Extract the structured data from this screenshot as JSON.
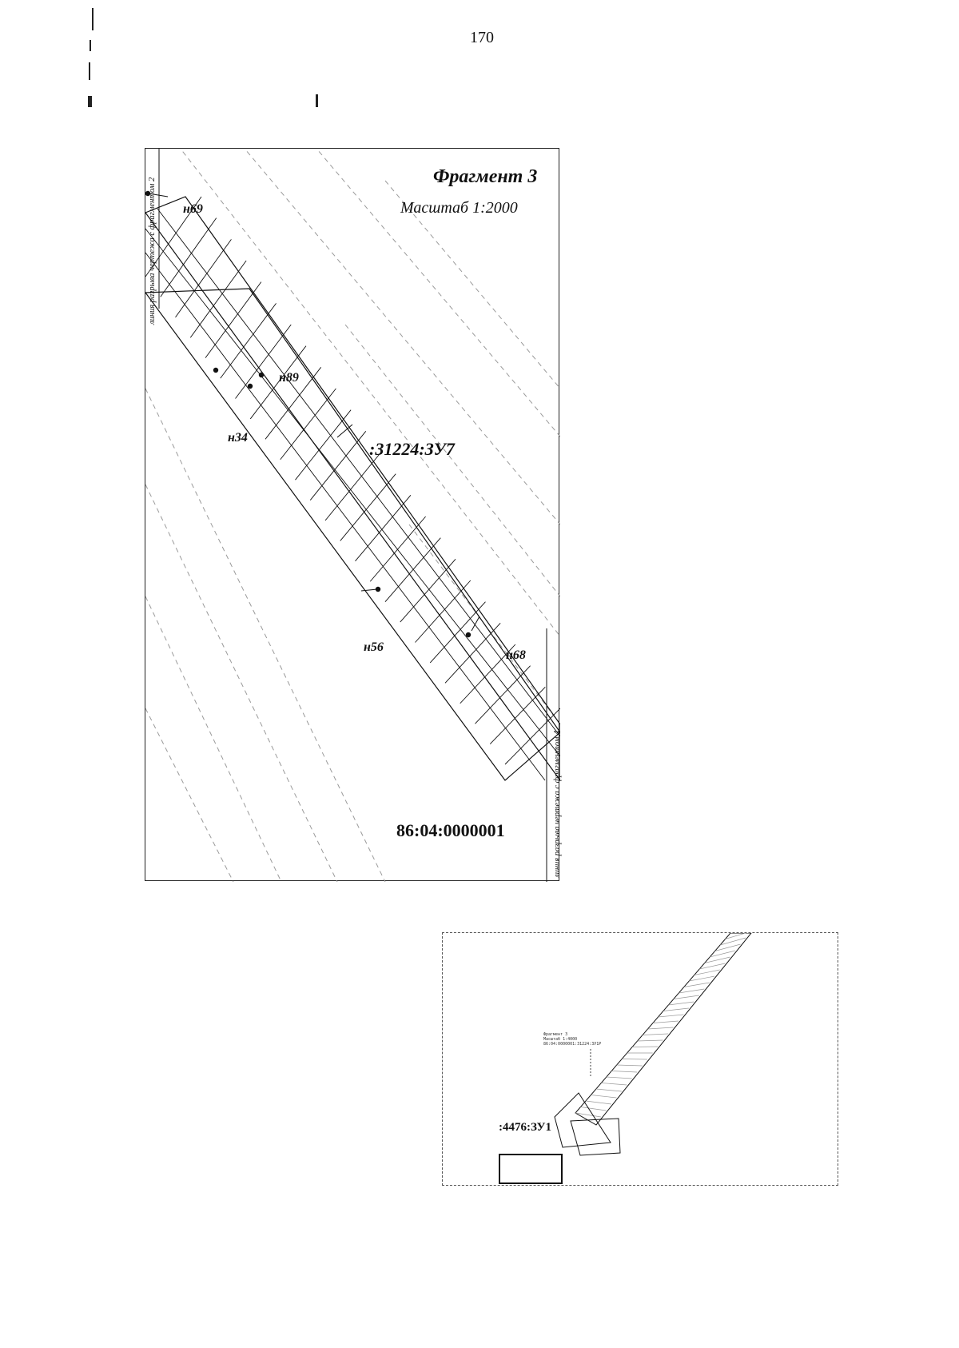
{
  "page": {
    "number": "170"
  },
  "fragment": {
    "title": "Фрагмент 3",
    "scale": "Масштаб 1:2000",
    "cut_line_left": "линия разрыва чертежа с фрагментом 2",
    "cut_line_right": "линия разрыва чертежа с фрагментом 4",
    "parcel_label": ":31224:ЗУ7",
    "quarter_label": "86:04:0000001",
    "points": [
      {
        "id": "н69"
      },
      {
        "id": "н89"
      },
      {
        "id": "н34"
      },
      {
        "id": "н56"
      },
      {
        "id": "н68"
      }
    ]
  },
  "overview": {
    "parcel_label": ":4476:ЗУ1",
    "note_line1": "Фрагмент 3",
    "note_line2": "Масштаб 1:4000",
    "note_line3": "86:04:0000001:31224:ЗУ1Р"
  },
  "colors": {
    "ink": "#111111",
    "faint": "#9a9a9a",
    "paper": "#ffffff"
  }
}
